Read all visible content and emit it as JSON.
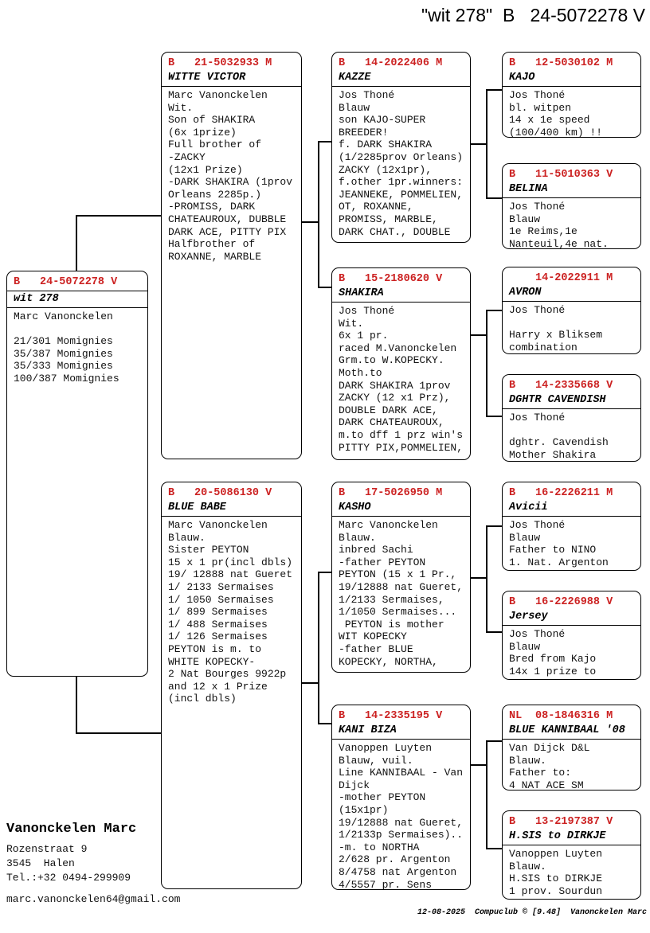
{
  "title": "\"wit 278\"  B   24-5072278 V",
  "colors": {
    "ring_red": "#cc2222",
    "text_black": "#000000",
    "background": "#ffffff"
  },
  "boxes": {
    "subject": {
      "country": "B",
      "ring": "24-5072278 V",
      "name": "wit 278",
      "body": "Marc Vanonckelen\n\n21/301 Momignies\n35/387 Momignies\n35/333 Momignies\n100/387 Momignies"
    },
    "sire": {
      "country": "B",
      "ring": "21-5032933 M",
      "name": "WITTE VICTOR",
      "body": "Marc Vanonckelen\nWit.\nSon of SHAKIRA\n(6x 1prize)\nFull brother of\n-ZACKY\n(12x1 Prize)\n-DARK SHAKIRA (1prov\nOrleans 2285p.)\n-PROMISS, DARK\nCHATEAUROUX, DUBBLE\nDARK ACE, PITTY PIX\nHalfbrother of\nROXANNE, MARBLE"
    },
    "dam": {
      "country": "B",
      "ring": "20-5086130 V",
      "name": "BLUE BABE",
      "body": "Marc Vanonckelen\nBlauw.\nSister PEYTON\n15 x 1 pr(incl dbls)\n19/ 12888 nat Gueret\n1/ 2133 Sermaises\n1/ 1050 Sermaises\n1/ 899 Sermaises\n1/ 488 Sermaises\n1/ 126 Sermaises\nPEYTON is m. to\nWHITE KOPECKY-\n2 Nat Bourges 9922p\nand 12 x 1 Prize\n(incl dbls)"
    },
    "kazze": {
      "country": "B",
      "ring": "14-2022406 M",
      "name": "KAZZE",
      "body": "Jos Thoné\nBlauw\nson KAJO-SUPER\nBREEDER!\nf. DARK SHAKIRA\n(1/2285prov Orleans)\nZACKY (12x1pr),\nf.other 1pr.winners:\nJEANNEKE, POMMELIEN,\nOT, ROXANNE,\nPROMISS, MARBLE,\nDARK CHAT., DOUBLE"
    },
    "shakira": {
      "country": "B",
      "ring": "15-2180620 V",
      "name": "SHAKIRA",
      "body": "Jos Thoné\nWit.\n6x 1 pr.\nraced M.Vanonckelen\nGrm.to W.KOPECKY.\nMoth.to\nDARK SHAKIRA 1prov\nZACKY (12 x1 Prz),\nDOUBLE DARK ACE,\nDARK CHATEAUROUX,\nm.to dff 1 prz win's\nPITTY PIX,POMMELIEN,"
    },
    "kasho": {
      "country": "B",
      "ring": "17-5026950 M",
      "name": "KASHO",
      "body": "Marc Vanonckelen\nBlauw.\ninbred Sachi\n-father PEYTON\nPEYTON (15 x 1 Pr.,\n19/12888 nat Gueret,\n1/2133 Sermaises,\n1/1050 Sermaises...\n PEYTON is mother\nWIT KOPECKY\n-father BLUE\nKOPECKY, NORTHA,"
    },
    "kani_biza": {
      "country": "B",
      "ring": "14-2335195 V",
      "name": "KANI BIZA",
      "body": "Vanoppen Luyten\nBlauw, vuil.\nLine KANNIBAAL - Van\nDijck\n-mother PEYTON\n(15x1pr)\n19/12888 nat Gueret,\n1/2133p Sermaises)..\n-m. to NORTHA\n2/628 pr. Argenton\n8/4758 nat Argenton\n4/5557 pr. Sens"
    },
    "kajo": {
      "country": "B",
      "ring": "12-5030102 M",
      "name": "KAJO",
      "body": "Jos Thoné\nbl. witpen\n14 x 1e speed\n(100/400 km) !!"
    },
    "belina": {
      "country": "B",
      "ring": "11-5010363 V",
      "name": "BELINA",
      "body": "Jos Thoné\nBlauw\n1e Reims,1e\nNanteuil,4e nat."
    },
    "avron": {
      "country": "",
      "ring": "14-2022911 M",
      "name": "AVRON",
      "body": "Jos Thoné\n\nHarry x Bliksem\ncombination"
    },
    "dghtr_cavendish": {
      "country": "B",
      "ring": "14-2335668 V",
      "name": "DGHTR CAVENDISH",
      "body": "Jos Thoné\n\ndghtr. Cavendish\nMother Shakira"
    },
    "avicii": {
      "country": "B",
      "ring": "16-2226211 M",
      "name": "Avicii",
      "body": "Jos Thoné\nBlauw\nFather to NINO\n1. Nat. Argenton"
    },
    "jersey": {
      "country": "B",
      "ring": "16-2226988 V",
      "name": "Jersey",
      "body": "Jos Thoné\nBlauw\nBred from Kajo\n14x 1 prize to"
    },
    "blue_kannibaal": {
      "country": "NL",
      "ring": "08-1846316 M",
      "name": "BLUE KANNIBAAL '08",
      "body": "Van Dijck D&L\nBlauw.\nFather to:\n4 NAT ACE SM"
    },
    "h_sis": {
      "country": "B",
      "ring": "13-2197387 V",
      "name": "H.SIS to DIRKJE",
      "body": "Vanoppen Luyten\nBlauw.\nH.SIS to DIRKJE\n1 prov. Sourdun"
    }
  },
  "footer": {
    "owner_name": "Vanonckelen Marc",
    "address": "Rozenstraat 9\n3545  Halen\nTel.:+32 0494-299909",
    "email": "marc.vanonckelen64@gmail.com",
    "credits": "12-08-2025  Compuclub © [9.48]  Vanonckelen Marc"
  }
}
